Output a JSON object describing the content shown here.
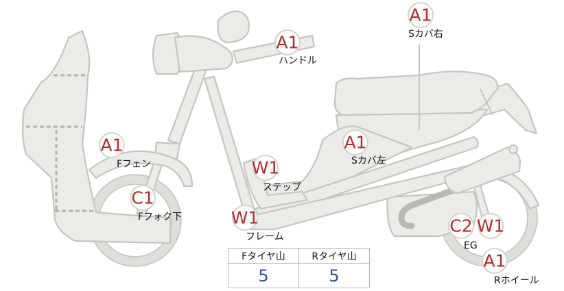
{
  "badges": {
    "s_cover_right": "A1",
    "handle": "A1",
    "f_fender": "A1",
    "s_cover_left": "A1",
    "f_fork_lower": "C1",
    "step": "W1",
    "frame": "W1",
    "eg_c": "C2",
    "eg_w": "W1",
    "r_wheel": "A1"
  },
  "labels": {
    "s_cover_right": "Sカバ右",
    "handle": "ハンドル",
    "f_fender": "Fフェン",
    "s_cover_left": "Sカバ左",
    "step": "ステップ",
    "f_fork_lower": "Fフォク下",
    "frame": "フレーム",
    "eg": "EG",
    "r_wheel": "Rホイール"
  },
  "tread_table": {
    "headers": [
      "Fタイヤ山",
      "Rタイヤ山"
    ],
    "values": [
      "5",
      "5"
    ]
  },
  "colors": {
    "badge_text": "#b02a2a",
    "table_value": "#2d4e8c",
    "part_fill": "#ebebe8",
    "part_stroke": "#c4c4c0"
  }
}
